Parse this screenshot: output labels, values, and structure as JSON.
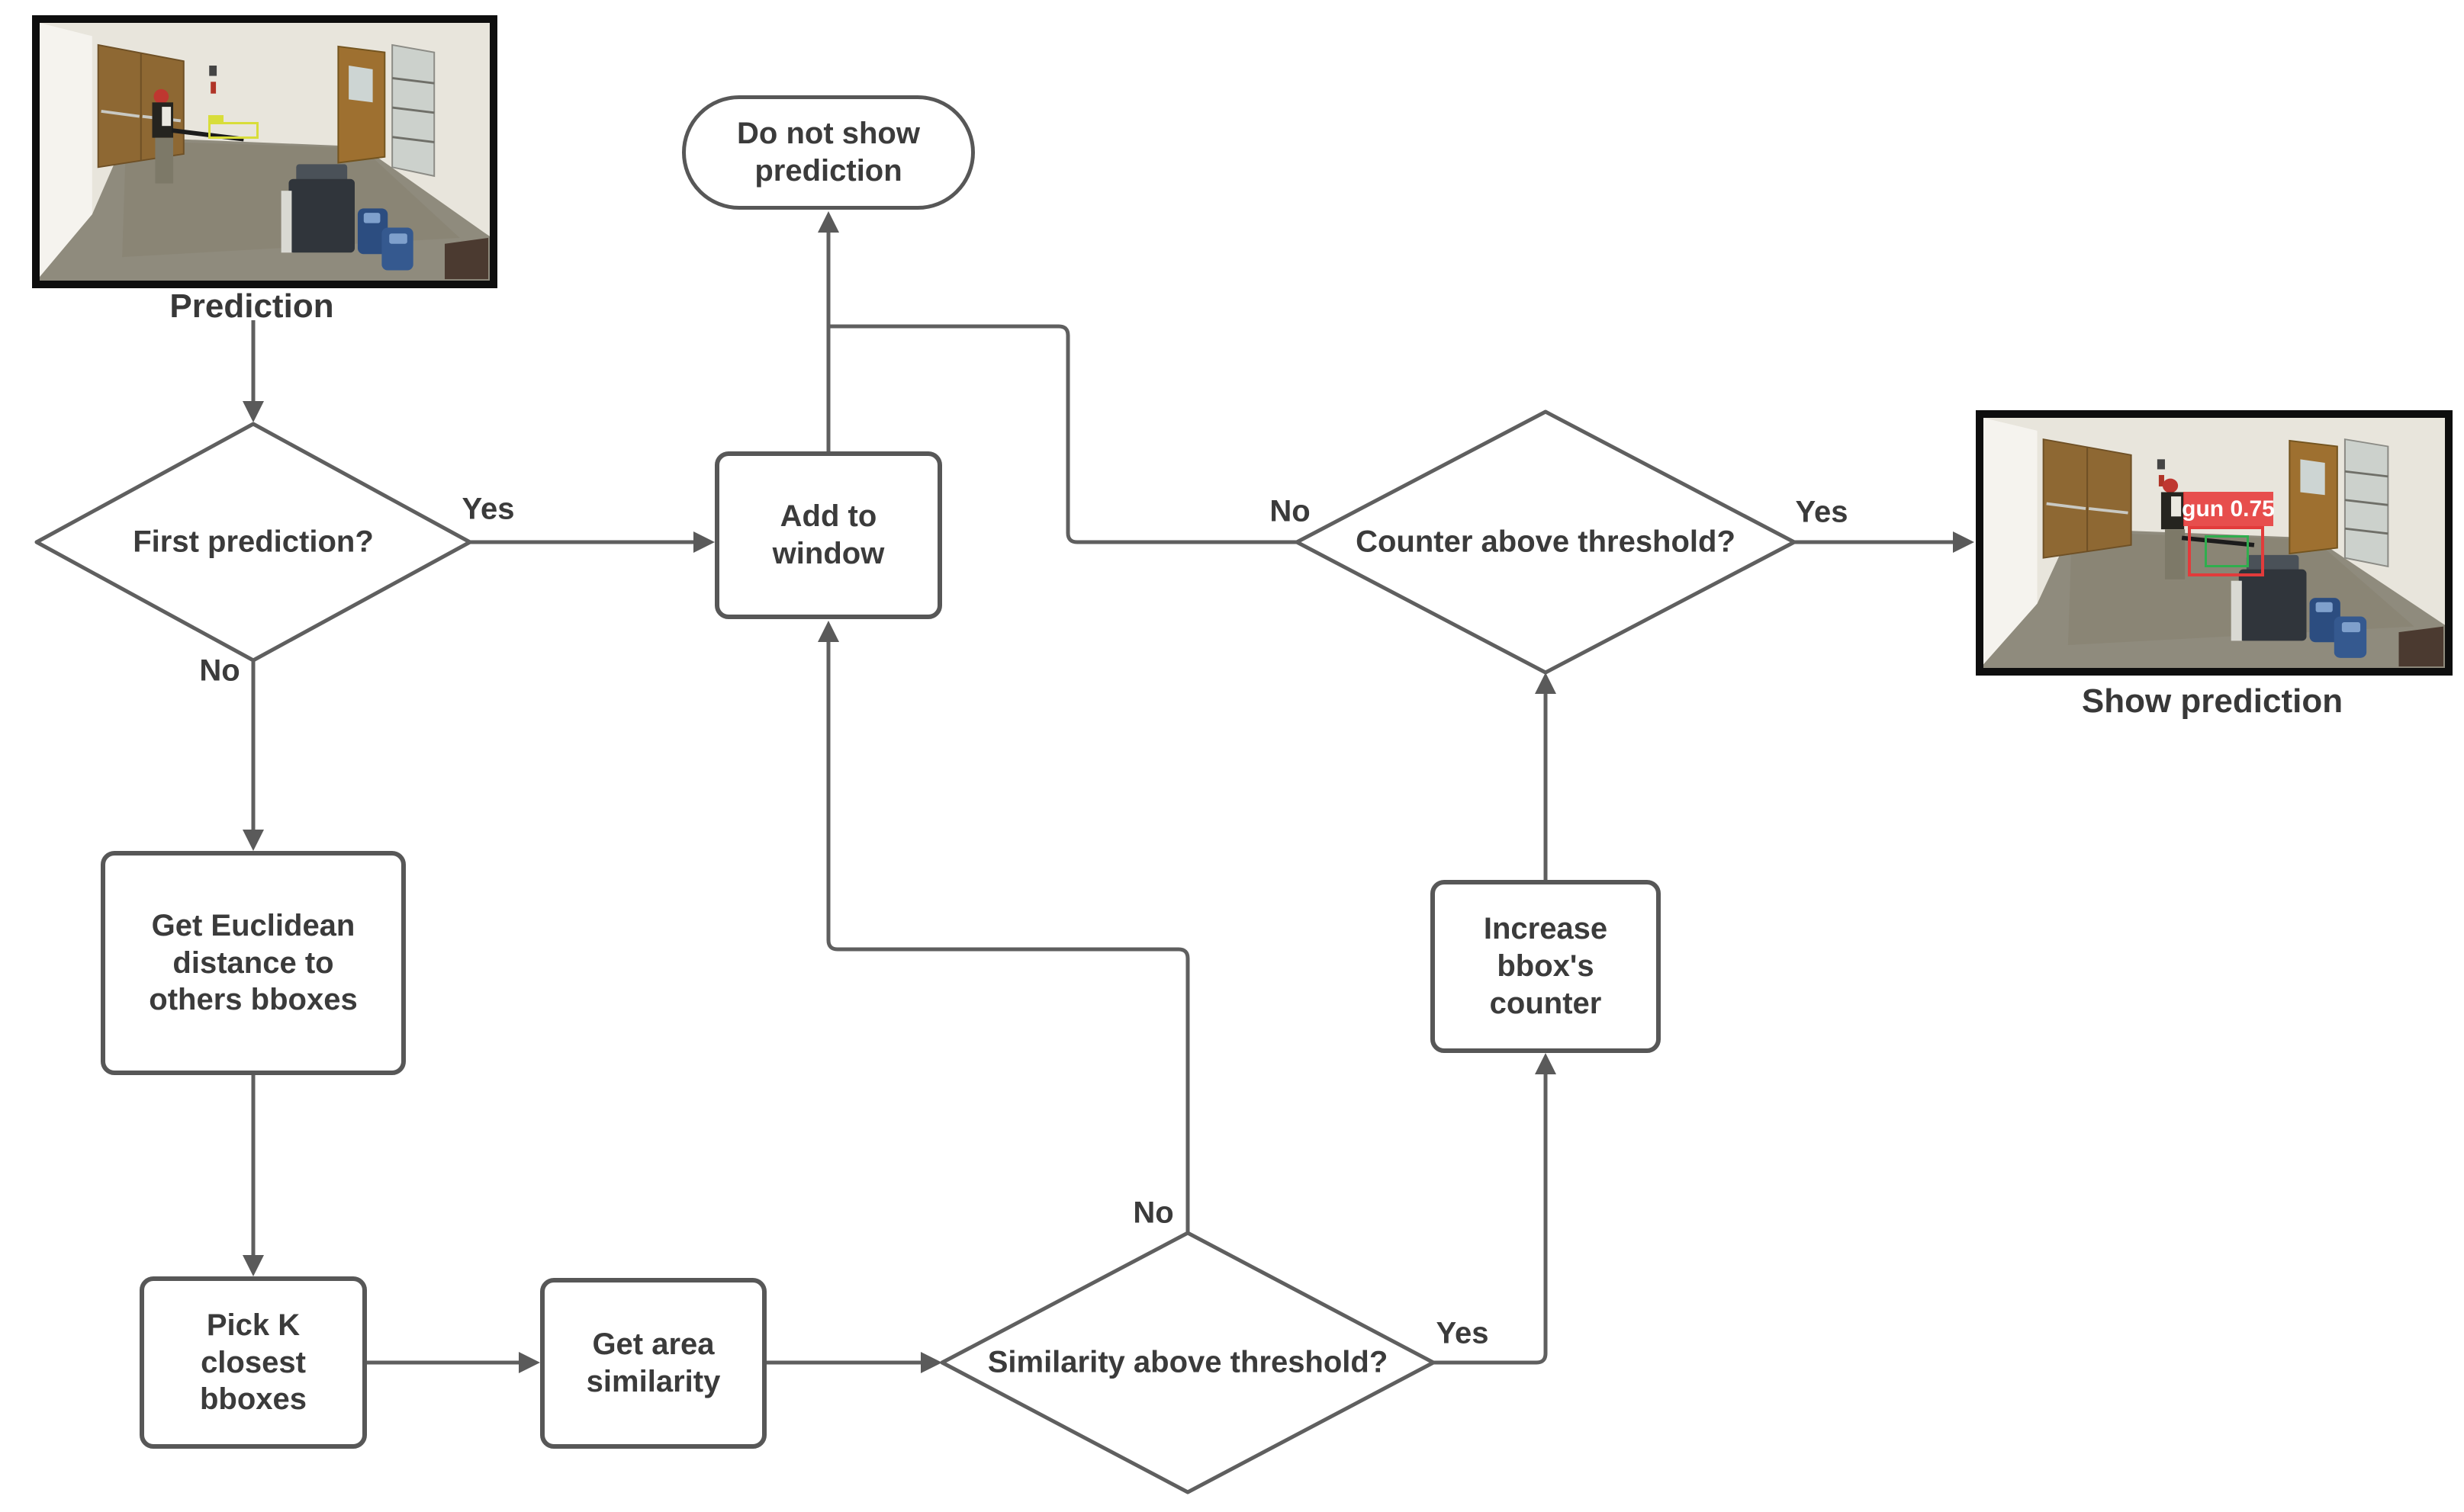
{
  "flowchart": {
    "colors": {
      "background": "#ffffff",
      "connector_line": "#5f5f5f",
      "node_border": "#575757",
      "node_fill": "#ffffff",
      "text": "#3b3b3b",
      "photo_border": "#0e0e0e",
      "bbox_yellow": "#d8dd3a",
      "bbox_red": "#e23b3b",
      "bbox_green": "#2fae4e",
      "detection_label_bg": "#e63939",
      "detection_label_text": "#ffffff"
    },
    "images": {
      "prediction": {
        "caption": "Prediction"
      },
      "show_prediction": {
        "caption": "Show prediction",
        "detection_label": "gun 0.75"
      }
    },
    "nodes": {
      "do_not_show": {
        "label": "Do not show\nprediction",
        "shape": "terminator"
      },
      "add_to_window": {
        "label": "Add to\nwindow",
        "shape": "process"
      },
      "first_prediction": {
        "label": "First prediction?",
        "shape": "decision"
      },
      "get_euclidean": {
        "label": "Get Euclidean\ndistance to\nothers bboxes",
        "shape": "process"
      },
      "pick_k": {
        "label": "Pick K\nclosest\nbboxes",
        "shape": "process"
      },
      "get_area": {
        "label": "Get area\nsimilarity",
        "shape": "process"
      },
      "similarity_threshold": {
        "label": "Similarity above threshold?",
        "shape": "decision"
      },
      "increase_counter": {
        "label": "Increase\nbbox's\ncounter",
        "shape": "process"
      },
      "counter_threshold": {
        "label": "Counter above threshold?",
        "shape": "decision"
      }
    },
    "edge_labels": {
      "first_yes": "Yes",
      "first_no": "No",
      "similarity_yes": "Yes",
      "similarity_no": "No",
      "counter_yes": "Yes",
      "counter_no": "No"
    }
  }
}
